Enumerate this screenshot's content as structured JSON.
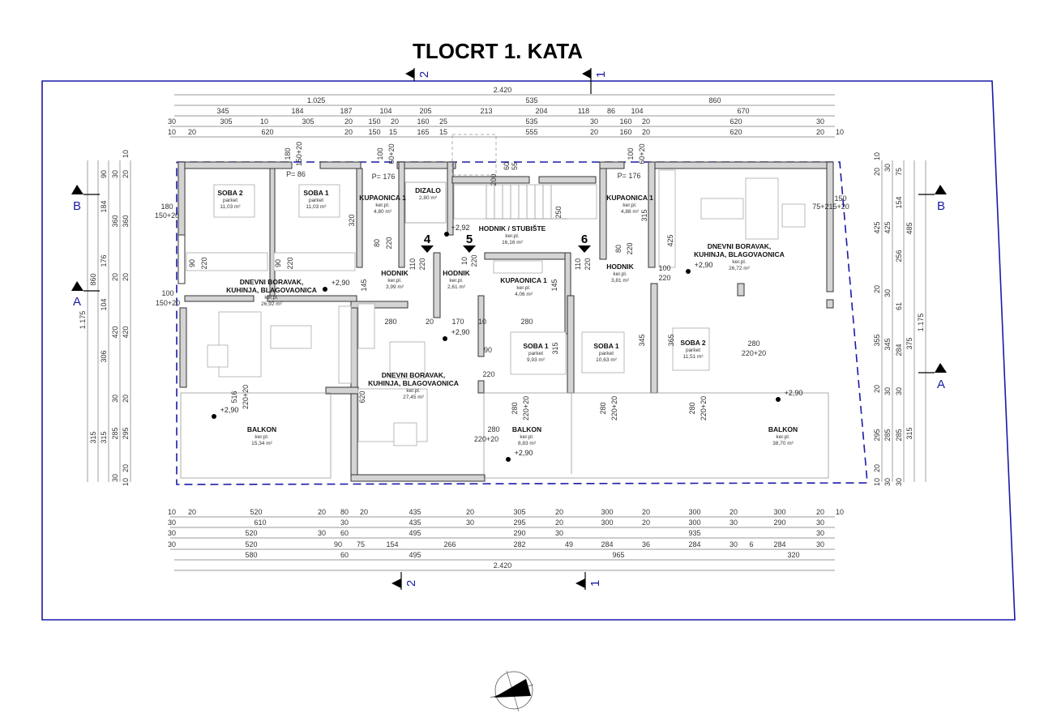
{
  "title": "TLOCRT 1. KATA",
  "colors": {
    "outline": "#1a1aa8",
    "wall": "#d4d4d4",
    "line": "#333333"
  },
  "section_markers": {
    "top_2": "2",
    "top_1": "1",
    "bottom_2": "2",
    "bottom_1": "1",
    "left_B": "B",
    "left_A": "A",
    "right_B": "B",
    "right_A": "A"
  },
  "stair_markers": [
    "4",
    "5",
    "6"
  ],
  "dimensions": {
    "top": [
      [
        "2.420"
      ],
      [
        "1.025",
        "535",
        "860"
      ],
      [
        "345",
        "184",
        "187",
        "104",
        "205",
        "213",
        "204",
        "118",
        "86",
        "104",
        "670"
      ],
      [
        "30",
        "305",
        "10",
        "305",
        "20",
        "150",
        "20",
        "160",
        "25",
        "535",
        "30",
        "160",
        "20",
        "620",
        "30"
      ],
      [
        "10",
        "20",
        "620",
        "20",
        "150",
        "15",
        "165",
        "15",
        "555",
        "20",
        "160",
        "20",
        "620",
        "20",
        "10"
      ]
    ],
    "bottom": [
      [
        "10",
        "20",
        "520",
        "20",
        "80",
        "20",
        "435",
        "20",
        "305",
        "20",
        "300",
        "20",
        "300",
        "20",
        "300",
        "20",
        "10"
      ],
      [
        "30",
        "610",
        "30",
        "435",
        "30",
        "295",
        "20",
        "300",
        "20",
        "300",
        "30",
        "290",
        "30"
      ],
      [
        "30",
        "520",
        "30",
        "60",
        "495",
        "290",
        "30",
        "935",
        "30"
      ],
      [
        "30",
        "520",
        "90",
        "75",
        "154",
        "266",
        "282",
        "49",
        "284",
        "36",
        "284",
        "30",
        "6",
        "284",
        "30"
      ],
      [
        "580",
        "60",
        "495",
        "965",
        "320"
      ],
      [
        "2.420"
      ]
    ],
    "left": [
      [
        "1.175"
      ],
      [
        "860",
        "315"
      ],
      [
        "90",
        "184",
        "176",
        "104",
        "306",
        "315"
      ],
      [
        "30",
        "360",
        "20",
        "420",
        "30",
        "285",
        "30"
      ],
      [
        "10",
        "20",
        "360",
        "20",
        "420",
        "20",
        "295",
        "20",
        "10"
      ]
    ],
    "right": [
      [
        "10",
        "20",
        "425",
        "20",
        "355",
        "20",
        "295",
        "20",
        "10"
      ],
      [
        "30",
        "425",
        "30",
        "345",
        "30",
        "285",
        "30"
      ],
      [
        "75",
        "154",
        "256",
        "61",
        "284",
        "30",
        "285",
        "30"
      ],
      [
        "485",
        "375",
        "315"
      ],
      [
        "1.175"
      ]
    ]
  },
  "rooms": [
    {
      "name": "SOBA 2",
      "floor": "parket",
      "area": "11,03 m²"
    },
    {
      "name": "SOBA 1",
      "floor": "parket",
      "area": "11,03 m²"
    },
    {
      "name": "KUPAONICA 1",
      "floor": "ker.pl.",
      "area": "4,80 m²"
    },
    {
      "name": "DIZALO",
      "floor": "",
      "area": "2,80 m²"
    },
    {
      "name": "HODNIK / STUBIŠTE",
      "floor": "ker.pl.",
      "area": "16,16 m²"
    },
    {
      "name": "KUPAONICA 1",
      "floor": "ker.pl.",
      "area": "4,88 m²"
    },
    {
      "name": "DNEVNI BORAVAK,",
      "name2": "KUHINJA, BLAGOVAONICA",
      "floor": "ker.pl.",
      "area": "26,72 m²"
    },
    {
      "name": "HODNIK",
      "floor": "ker.pl.",
      "area": "3,99 m²"
    },
    {
      "name": "HODNIK",
      "floor": "ker.pl.",
      "area": "2,61 m²"
    },
    {
      "name": "KUPAONICA 1",
      "floor": "ker.pl.",
      "area": "4,06 m²"
    },
    {
      "name": "HODNIK",
      "floor": "ker.pl.",
      "area": "3,81 m²"
    },
    {
      "name": "DNEVNI BORAVAK,",
      "name2": "KUHINJA, BLAGOVAONICA",
      "floor": "ker.pl.",
      "area": "26,92 m²"
    },
    {
      "name": "DNEVNI BORAVAK,",
      "name2": "KUHINJA, BLAGOVAONICA",
      "floor": "ker.pl.",
      "area": "27,45 m²"
    },
    {
      "name": "SOBA 1",
      "floor": "parket",
      "area": "9,93 m²"
    },
    {
      "name": "SOBA 1",
      "floor": "parket",
      "area": "10,63 m²"
    },
    {
      "name": "SOBA 2",
      "floor": "parket",
      "area": "11,51 m²"
    },
    {
      "name": "BALKON",
      "floor": "ker.pl.",
      "area": "15,34 m²"
    },
    {
      "name": "BALKON",
      "floor": "ker.pl.",
      "area": "8,83 m²"
    },
    {
      "name": "BALKON",
      "floor": "ker.pl.",
      "area": "38,70 m²"
    }
  ],
  "levels": [
    "+2,90",
    "+2,90",
    "+2,90",
    "+2,90",
    "+2,90",
    "+2,90",
    "+2,92"
  ],
  "notes": [
    "P= 86",
    "P= 176",
    "P= 176",
    "180",
    "150+20",
    "100",
    "60+20",
    "100",
    "60+20",
    "180",
    "150+20",
    "100",
    "150+20",
    "150",
    "75+215+20",
    "90",
    "220",
    "90",
    "220",
    "80",
    "220",
    "110",
    "220",
    "10",
    "220",
    "110",
    "220",
    "80",
    "220",
    "100",
    "220",
    "280",
    "20",
    "170",
    "10",
    "280",
    "90",
    "220",
    "280",
    "220+20",
    "280",
    "220+20",
    "280",
    "220+20",
    "280",
    "220+20",
    "516",
    "220+20",
    "280",
    "220+20",
    "345",
    "365",
    "315",
    "320",
    "145",
    "145",
    "425",
    "315",
    "620",
    "250",
    "200",
    "60",
    "55"
  ]
}
